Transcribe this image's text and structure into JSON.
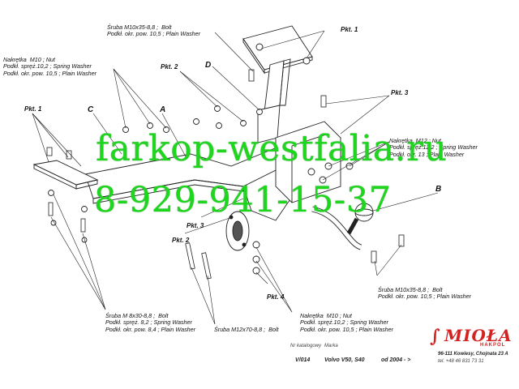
{
  "watermark": {
    "url": "farkop-westfalia.ru",
    "phone": "8-929-941-15-37"
  },
  "parts": {
    "letters": [
      "A",
      "B",
      "C",
      "D"
    ],
    "pkt": {
      "pkt1": "Pkt. 1",
      "pkt2": "Pkt. 2",
      "pkt3": "Pkt. 3",
      "pkt4": "Pkt. 4"
    }
  },
  "callouts": {
    "top_bolt": "Śruba M10x35-8,8 ;  Bolt\nPodkł. okr. pow. 10,5 ; Plain Washer",
    "nut_m10_left": "Nakrętka  M10 ; Nut\nPodkł. spręż.10,2 ; Spring Washer\nPodkł. okr. pow. 10,5 ; Plain Washer",
    "nut_m12": "Nakrętka  M12 ; Nut\nPodkł. spręż.12,2 ; Spring Washer\nPodkł. okr. 13 ; Plain Washer",
    "bolt_right": "Śruba M10x35-8,8 ;  Bolt\nPodkł. okr. pow. 10,5 ; Plain Washer",
    "bolt_m8": "Śruba M 8x30-8,8 ;  Bolt\nPodkł. spręż. 8,2 ; Spring Washer\nPodkł. okr. pow. 8,4 ; Plain Washer",
    "bolt_m12": "Śruba M12x70-8,8 ;  Bolt",
    "nut_m10_bottom": "Nakrętka  M10 ; Nut\nPodkł. spręż.10,2 ; Spring Washer\nPodkł. okr. pow. 10,5 ; Plain Washer"
  },
  "footer": {
    "catalog_label": "Nr katalogowy",
    "catalog_no": "V/014",
    "brand_label": "Marka",
    "model": "Volvo V50, S40",
    "year": "od  2004 - >",
    "logo": "MIOŁA",
    "logo_sub": "HAKPOL",
    "address": "96-111 Kowiesy, Chojnata 23 A",
    "phone": "tel. +48 46 831 73 31"
  },
  "colors": {
    "watermark": "#1fd61f",
    "logo": "#d42222"
  }
}
